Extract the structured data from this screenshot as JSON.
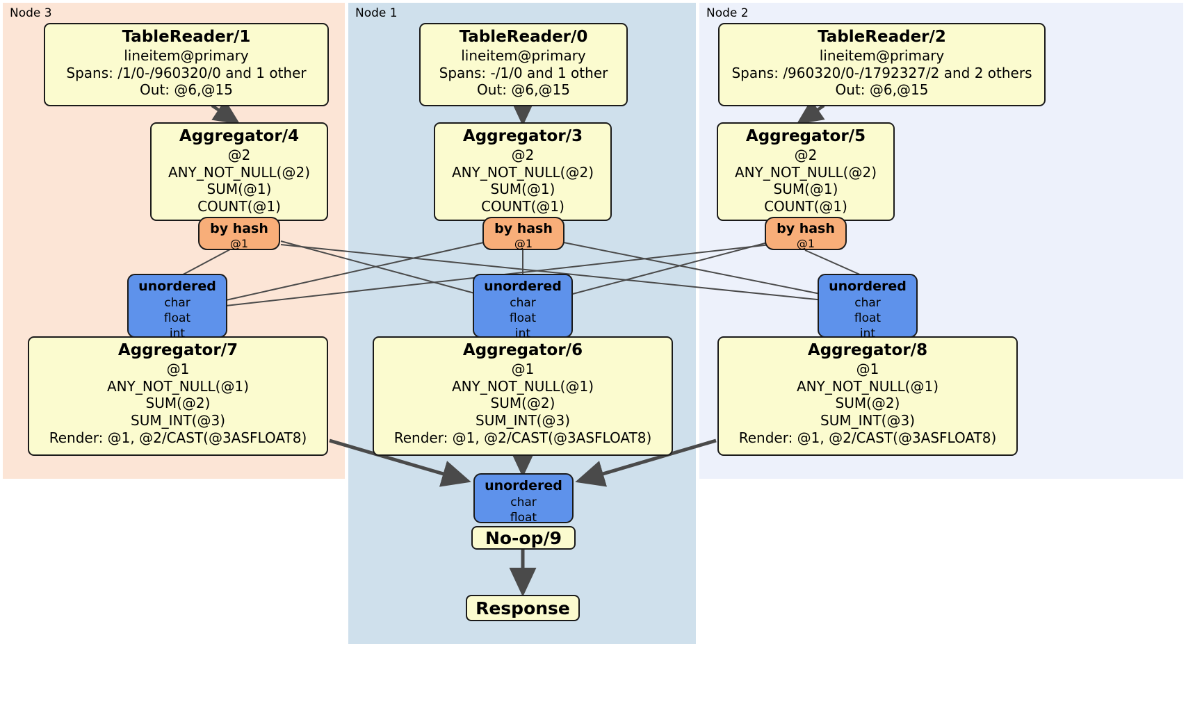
{
  "diagram": {
    "title": "Distributed query execution plan",
    "colors": {
      "node3_panel": "#FCE5D6",
      "node1_panel": "#CFE0EC",
      "node2_panel": "#EDF1FB",
      "processor_box": "#FBFBCF",
      "router_box": "#F8AE79",
      "synchronizer_box": "#5E92EB",
      "edge": "#4A4A4A",
      "border": "#1A1A1A"
    }
  },
  "nodes": [
    {
      "id": "node3",
      "label": "Node 3"
    },
    {
      "id": "node1",
      "label": "Node 1"
    },
    {
      "id": "node2",
      "label": "Node 2"
    }
  ],
  "processors": {
    "table_reader_1": {
      "title": "TableReader/1",
      "lines": [
        "lineitem@primary",
        "Spans: /1/0-/960320/0 and 1 other",
        "Out: @6,@15"
      ]
    },
    "table_reader_0": {
      "title": "TableReader/0",
      "lines": [
        "lineitem@primary",
        "Spans: -/1/0 and 1 other",
        "Out: @6,@15"
      ]
    },
    "table_reader_2": {
      "title": "TableReader/2",
      "lines": [
        "lineitem@primary",
        "Spans: /960320/0-/1792327/2 and 2 others",
        "Out: @6,@15"
      ]
    },
    "aggregator_4": {
      "title": "Aggregator/4",
      "lines": [
        "@2",
        "ANY_NOT_NULL(@2)",
        "SUM(@1)",
        "COUNT(@1)"
      ]
    },
    "aggregator_3": {
      "title": "Aggregator/3",
      "lines": [
        "@2",
        "ANY_NOT_NULL(@2)",
        "SUM(@1)",
        "COUNT(@1)"
      ]
    },
    "aggregator_5": {
      "title": "Aggregator/5",
      "lines": [
        "@2",
        "ANY_NOT_NULL(@2)",
        "SUM(@1)",
        "COUNT(@1)"
      ]
    },
    "aggregator_7": {
      "title": "Aggregator/7",
      "lines": [
        "@1",
        "ANY_NOT_NULL(@1)",
        "SUM(@2)",
        "SUM_INT(@3)",
        "Render: @1, @2/CAST(@3ASFLOAT8)"
      ]
    },
    "aggregator_6": {
      "title": "Aggregator/6",
      "lines": [
        "@1",
        "ANY_NOT_NULL(@1)",
        "SUM(@2)",
        "SUM_INT(@3)",
        "Render: @1, @2/CAST(@3ASFLOAT8)"
      ]
    },
    "aggregator_8": {
      "title": "Aggregator/8",
      "lines": [
        "@1",
        "ANY_NOT_NULL(@1)",
        "SUM(@2)",
        "SUM_INT(@3)",
        "Render: @1, @2/CAST(@3ASFLOAT8)"
      ]
    }
  },
  "routers": {
    "hash_left": {
      "title": "by hash",
      "line": "@1"
    },
    "hash_center": {
      "title": "by hash",
      "line": "@1"
    },
    "hash_right": {
      "title": "by hash",
      "line": "@1"
    }
  },
  "synchronizers": {
    "unordered_left": {
      "title": "unordered",
      "lines": [
        "char",
        "float",
        "int"
      ]
    },
    "unordered_center": {
      "title": "unordered",
      "lines": [
        "char",
        "float",
        "int"
      ]
    },
    "unordered_right": {
      "title": "unordered",
      "lines": [
        "char",
        "float",
        "int"
      ]
    },
    "unordered_final": {
      "title": "unordered",
      "lines": [
        "char",
        "float"
      ]
    }
  },
  "terminals": {
    "noop_9": {
      "label": "No-op/9"
    },
    "response": {
      "label": "Response"
    }
  }
}
